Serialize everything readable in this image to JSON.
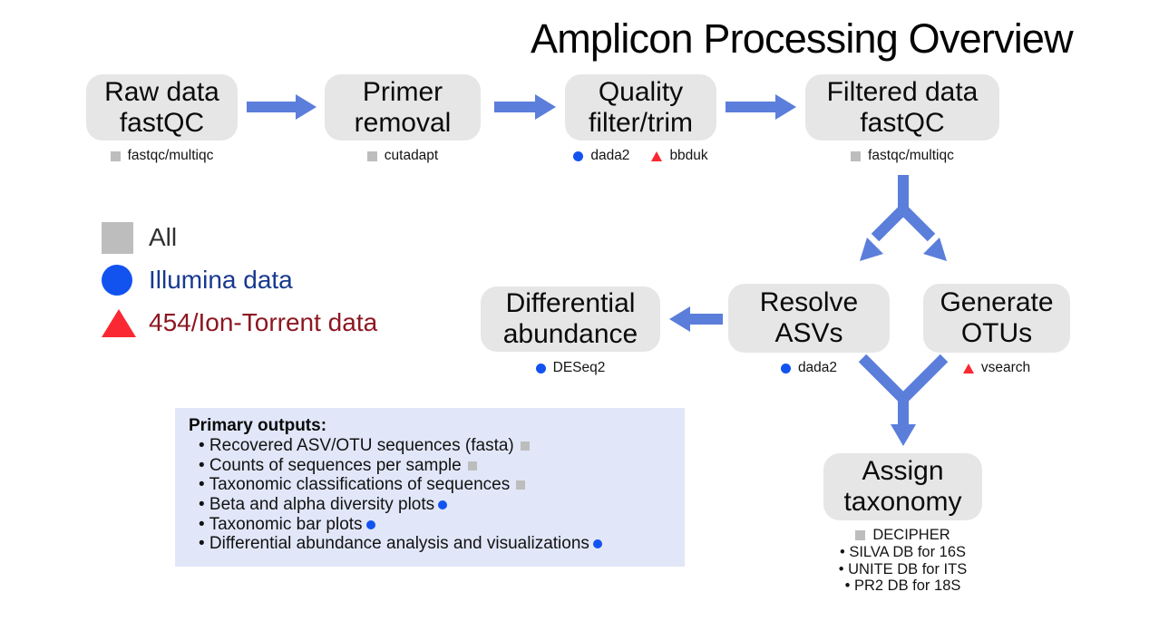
{
  "title": "Amplicon Processing Overview",
  "colors": {
    "arrow": "#5b7edb",
    "node_bg": "#e6e6e6",
    "all_gray": "#bdbdbd",
    "illumina_blue": "#1253f0",
    "iontorrent_red": "#fa2832",
    "outputs_bg": "#e1e7f8",
    "illumina_text": "#17398f",
    "iontorrent_text": "#8d1722"
  },
  "legend": {
    "items": [
      {
        "marker": "all",
        "label": "All"
      },
      {
        "marker": "illumina",
        "label": "Illumina data"
      },
      {
        "marker": "iontorrent",
        "label": "454/Ion-Torrent data"
      }
    ]
  },
  "nodes": {
    "raw_data": {
      "line1": "Raw data",
      "line2": "fastQC",
      "tools": [
        {
          "marker": "all",
          "label": "fastqc/multiqc"
        }
      ]
    },
    "primer_removal": {
      "line1": "Primer",
      "line2": "removal",
      "tools": [
        {
          "marker": "all",
          "label": "cutadapt"
        }
      ]
    },
    "quality_filter": {
      "line1": "Quality",
      "line2": "filter/trim",
      "tools": [
        {
          "marker": "illumina",
          "label": "dada2"
        },
        {
          "marker": "iontorrent",
          "label": "bbduk"
        }
      ]
    },
    "filtered_data": {
      "line1": "Filtered data",
      "line2": "fastQC",
      "tools": [
        {
          "marker": "all",
          "label": "fastqc/multiqc"
        }
      ]
    },
    "differential_abundance": {
      "line1": "Differential",
      "line2": "abundance",
      "tools": [
        {
          "marker": "illumina",
          "label": "DESeq2"
        }
      ]
    },
    "resolve_asvs": {
      "line1": "Resolve",
      "line2": "ASVs",
      "tools": [
        {
          "marker": "illumina",
          "label": "dada2"
        }
      ]
    },
    "generate_otus": {
      "line1": "Generate",
      "line2": "OTUs",
      "tools": [
        {
          "marker": "iontorrent",
          "label": "vsearch"
        }
      ]
    },
    "assign_taxonomy": {
      "line1": "Assign",
      "line2": "taxonomy",
      "tools": [
        {
          "marker": "all",
          "label": "DECIPHER"
        }
      ],
      "databases": [
        "• SILVA DB for 16S",
        "• UNITE DB for ITS",
        "• PR2 DB for 18S"
      ]
    }
  },
  "outputs": {
    "title": "Primary outputs:",
    "items": [
      {
        "text": "• Recovered ASV/OTU sequences (fasta)",
        "marker": "all"
      },
      {
        "text": "• Counts of sequences per sample",
        "marker": "all"
      },
      {
        "text": "• Taxonomic classifications of sequences",
        "marker": "all"
      },
      {
        "text": "• Beta and alpha diversity plots",
        "marker": "illumina"
      },
      {
        "text": "• Taxonomic bar plots",
        "marker": "illumina"
      },
      {
        "text": "• Differential abundance analysis and visualizations",
        "marker": "illumina"
      }
    ]
  }
}
